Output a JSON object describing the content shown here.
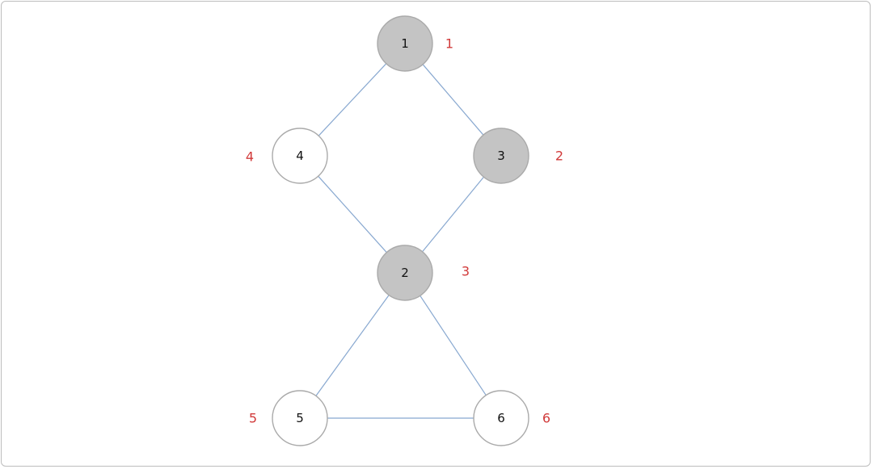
{
  "diagram": {
    "colors": {
      "visited_fill": "#c4c4c4",
      "unvisited_fill": "#ffffff",
      "edge": "#88a8d0",
      "order_label": "#d13a3a"
    },
    "nodes": [
      {
        "id": "1",
        "label": "1",
        "visited": true,
        "order": "1"
      },
      {
        "id": "4",
        "label": "4",
        "visited": false,
        "order": "4"
      },
      {
        "id": "3",
        "label": "3",
        "visited": true,
        "order": "2"
      },
      {
        "id": "2",
        "label": "2",
        "visited": true,
        "order": "3"
      },
      {
        "id": "5",
        "label": "5",
        "visited": false,
        "order": "5"
      },
      {
        "id": "6",
        "label": "6",
        "visited": false,
        "order": "6"
      }
    ],
    "edges": [
      {
        "from": "1",
        "to": "4"
      },
      {
        "from": "1",
        "to": "3"
      },
      {
        "from": "4",
        "to": "2"
      },
      {
        "from": "3",
        "to": "2"
      },
      {
        "from": "2",
        "to": "5"
      },
      {
        "from": "2",
        "to": "6"
      },
      {
        "from": "5",
        "to": "6"
      }
    ]
  }
}
